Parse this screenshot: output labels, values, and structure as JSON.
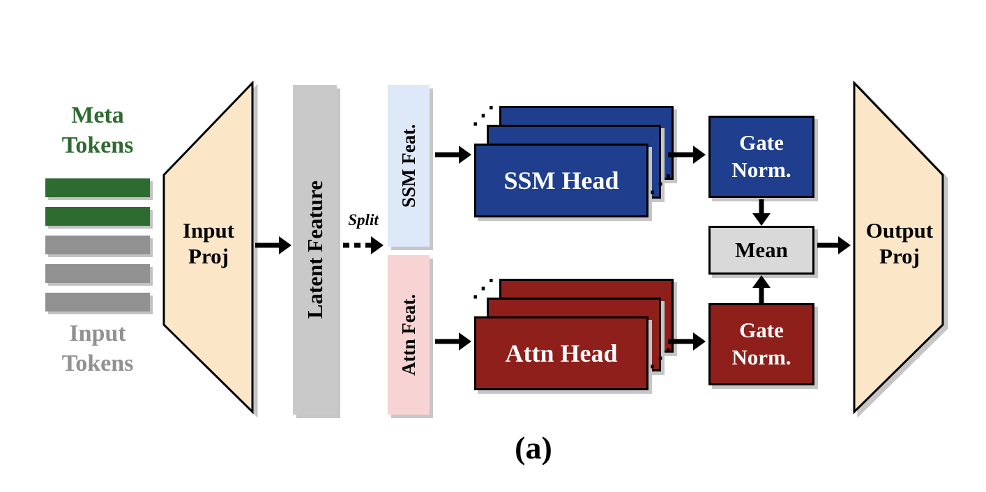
{
  "diagram": {
    "caption": "(a)",
    "meta_tokens_label": "Meta\nTokens",
    "input_tokens_label": "Input\nTokens",
    "input_proj_label": "Input\nProj",
    "latent_feature_label": "Latent Feature",
    "split_label": "Split",
    "ssm_feat_label": "SSM Feat.",
    "attn_feat_label": "Attn Feat.",
    "ssm_head_label": "SSM Head",
    "attn_head_label": "Attn Head",
    "gate_norm_ssm_label": "Gate\nNorm.",
    "gate_norm_attn_label": "Gate\nNorm.",
    "mean_label": "Mean",
    "output_proj_label": "Output\nProj",
    "stack_dots": "⋰",
    "tokens": [
      {
        "type": "meta"
      },
      {
        "type": "meta"
      },
      {
        "type": "input"
      },
      {
        "type": "input"
      },
      {
        "type": "input"
      }
    ],
    "colors": {
      "meta_green": "#2e6b30",
      "input_gray": "#919191",
      "proj_tan": "#fbe6c8",
      "latent_gray": "#c9c9c9",
      "ssm_feat_blue": "#dde8f8",
      "attn_feat_pink": "#f8d3d3",
      "ssm_blue": "#1f3f8e",
      "attn_red": "#8e1f1b",
      "mean_gray": "#d9d9d9"
    }
  }
}
